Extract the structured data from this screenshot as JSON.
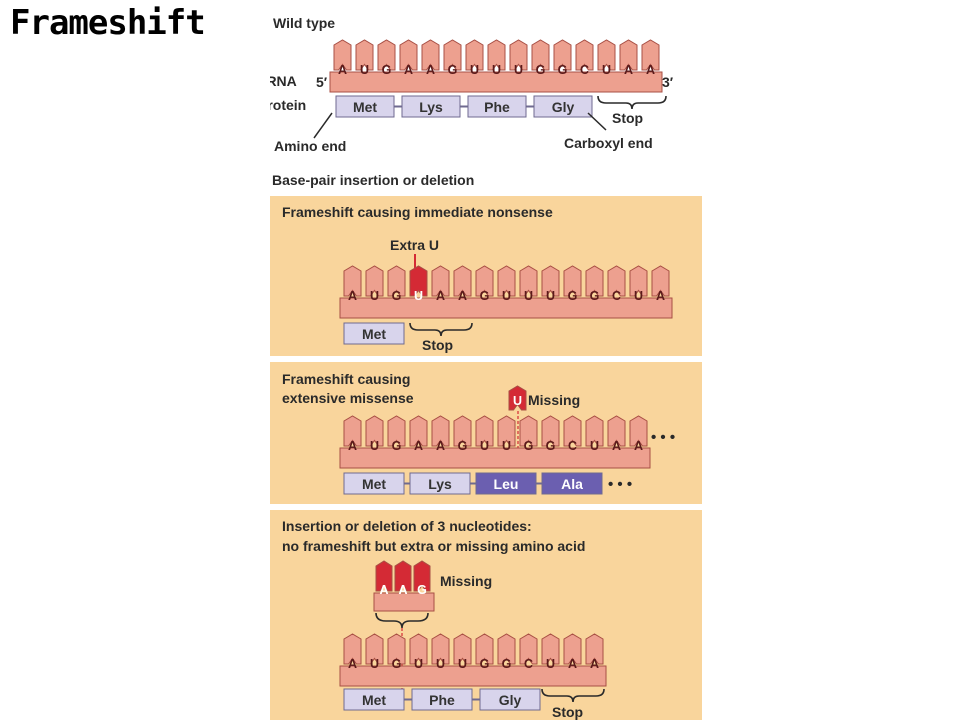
{
  "title": "Frameshift",
  "wild_type": {
    "heading": "Wild type",
    "mrna_label": "mRNA",
    "five_prime": "5′",
    "three_prime": "3′",
    "bases": [
      "A",
      "U",
      "G",
      "A",
      "A",
      "G",
      "U",
      "U",
      "U",
      "G",
      "G",
      "C",
      "U",
      "A",
      "A"
    ],
    "protein_label": "Protein",
    "amino_acids": [
      "Met",
      "Lys",
      "Phe",
      "Gly"
    ],
    "stop_label": "Stop",
    "amino_end": "Amino end",
    "carboxyl_end": "Carboxyl end"
  },
  "section_heading": "Base-pair insertion or deletion",
  "panel1": {
    "title": "Frameshift causing immediate nonsense",
    "extra_label": "Extra U",
    "bases": [
      "A",
      "U",
      "G",
      "U",
      "A",
      "A",
      "G",
      "U",
      "U",
      "U",
      "G",
      "G",
      "C",
      "U",
      "A"
    ],
    "highlight_index": 3,
    "amino_acids": [
      "Met"
    ],
    "stop_label": "Stop"
  },
  "panel2": {
    "title_line1": "Frameshift causing",
    "title_line2": "extensive missense",
    "missing_base": "U",
    "missing_label": "Missing",
    "bases": [
      "A",
      "U",
      "G",
      "A",
      "A",
      "G",
      "U",
      "U",
      "G",
      "G",
      "C",
      "U",
      "A",
      "A"
    ],
    "ellipsis": "• • •",
    "amino_acids": [
      "Met",
      "Lys",
      "Leu",
      "Ala"
    ],
    "changed_from_index": 2
  },
  "panel3": {
    "title_line1": "Insertion or deletion of 3 nucleotides:",
    "title_line2": "no frameshift but extra or missing amino acid",
    "missing_bases": [
      "A",
      "A",
      "G"
    ],
    "missing_label": "Missing",
    "bases": [
      "A",
      "U",
      "G",
      "U",
      "U",
      "U",
      "G",
      "G",
      "C",
      "U",
      "A",
      "A"
    ],
    "amino_acids": [
      "Met",
      "Phe",
      "Gly"
    ],
    "stop_label": "Stop"
  },
  "colors": {
    "panel_bg": "#f9d59c",
    "tooth": "#eda08f",
    "tooth_stroke": "#a84f44",
    "highlight": "#d42a35",
    "protein_box": "#d8d4ec",
    "protein_box_dark": "#6b5fb0",
    "protein_stroke": "#6f6a90"
  }
}
